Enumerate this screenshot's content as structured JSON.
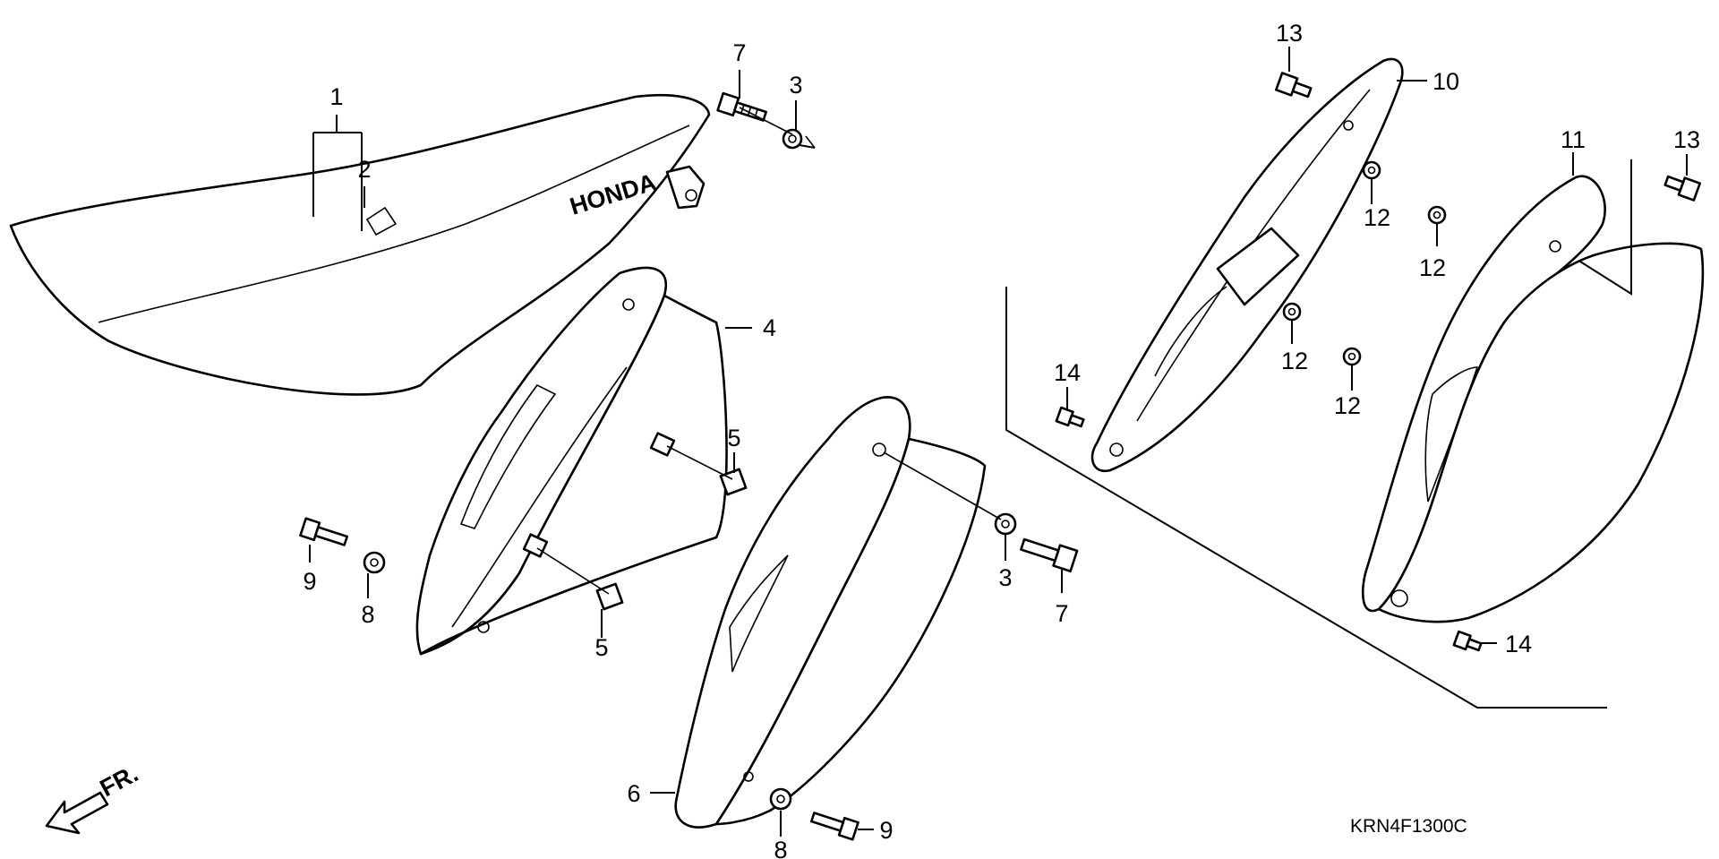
{
  "callouts": {
    "c1": "1",
    "c2": "2",
    "c3a": "3",
    "c7a": "7",
    "c4": "4",
    "c5a": "5",
    "c5b": "5",
    "c9a": "9",
    "c8a": "8",
    "c3b": "3",
    "c7b": "7",
    "c6": "6",
    "c8b": "8",
    "c9b": "9",
    "c13a": "13",
    "c10": "10",
    "c11": "11",
    "c13b": "13",
    "c12a": "12",
    "c12b": "12",
    "c12c": "12",
    "c12d": "12",
    "c14a": "14",
    "c14b": "14"
  },
  "seat_logo": "HONDA",
  "front_marker": "FR.",
  "diagram_code": "KRN4F1300C"
}
